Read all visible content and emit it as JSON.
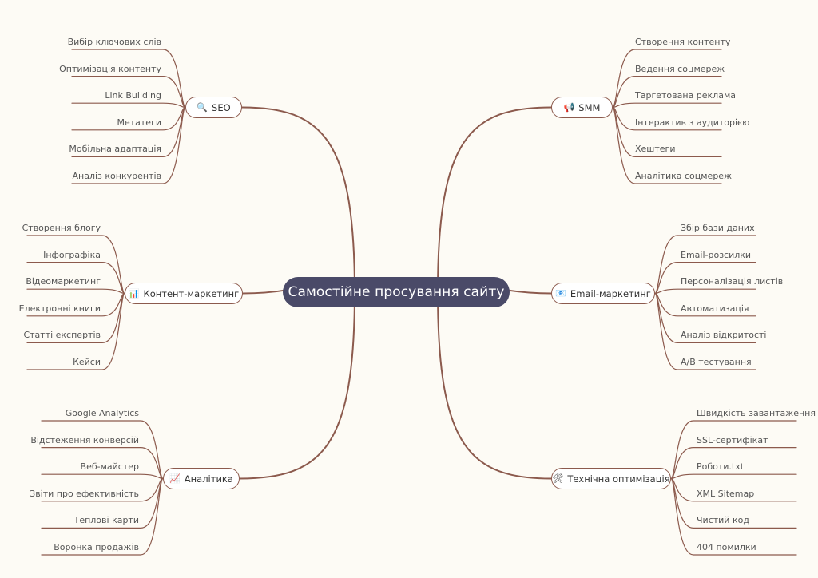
{
  "center": {
    "label": "Самостійне просування сайту"
  },
  "colors": {
    "background": "#fdfbf5",
    "center_fill": "#4a4a68",
    "line": "#8c5a4d",
    "node_border": "#8c5a4d"
  },
  "branches": [
    {
      "label": "SEO",
      "icon": "search-icon",
      "icon_glyph": "🔍",
      "leaves": [
        "Вибір ключових слів",
        "Оптимізація контенту",
        "Link Building",
        "Метатеги",
        "Мобільна адаптація",
        "Аналіз конкурентів"
      ]
    },
    {
      "label": "Контент-маркетинг",
      "icon": "chart-icon",
      "icon_glyph": "📊",
      "leaves": [
        "Створення блогу",
        "Інфографіка",
        "Відеомаркетинг",
        "Електронні книги",
        "Статті експертів",
        "Кейси"
      ]
    },
    {
      "label": "Аналітика",
      "icon": "trend-chart-icon",
      "icon_glyph": "📈",
      "leaves": [
        "Google Analytics",
        "Відстеження конверсій",
        "Веб-майстер",
        "Звіти про ефективність",
        "Теплові карти",
        "Воронка продажів"
      ]
    },
    {
      "label": "SMM",
      "icon": "megaphone-icon",
      "icon_glyph": "📢",
      "leaves": [
        "Створення контенту",
        "Ведення соцмереж",
        "Таргетована реклама",
        "Інтерактив з аудиторією",
        "Хештеги",
        "Аналітика соцмереж"
      ]
    },
    {
      "label": "Email-маркетинг",
      "icon": "email-icon",
      "icon_glyph": "📧",
      "leaves": [
        "Збір бази даних",
        "Email-розсилки",
        "Персоналізація листів",
        "Автоматизація",
        "Аналіз відкритості",
        "A/B тестування"
      ]
    },
    {
      "label": "Технічна оптимізація",
      "icon": "tools-icon",
      "icon_glyph": "🛠",
      "leaves": [
        "Швидкість завантаження",
        "SSL-сертифікат",
        "Роботи.txt",
        "XML Sitemap",
        "Чистий код",
        "404 помилки"
      ]
    }
  ]
}
